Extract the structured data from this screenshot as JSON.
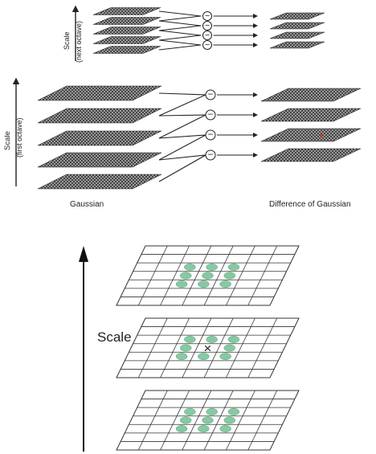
{
  "top_figure": {
    "next_octave_axis": {
      "title": "Scale",
      "subtitle": "(next octave)"
    },
    "first_octave_axis": {
      "title": "Scale",
      "subtitle": "(first octave)"
    },
    "next_octave": {
      "gaussian_layers": 5,
      "dog_layers": 4
    },
    "first_octave": {
      "gaussian_layers": 5,
      "dog_layers": 4
    },
    "minus_symbol": "−",
    "gaussian_label": "Gaussian",
    "dog_label": "Difference of Gaussian"
  },
  "bottom_figure": {
    "scale_label": "Scale",
    "layers": 3,
    "grid_size": 7,
    "center_marker": "×",
    "colors": {
      "neighbor_fill": "#86c9a3",
      "grid_line": "#333333",
      "marker": "#222222"
    }
  },
  "colors": {
    "layer_hatch": "#2a2a2a",
    "highlight_dot": "#c0392b"
  }
}
